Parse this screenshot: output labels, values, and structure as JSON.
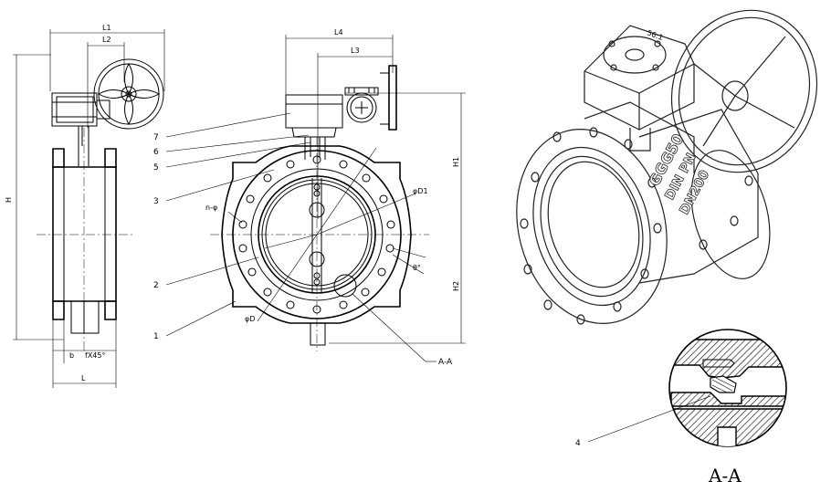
{
  "side_view": {
    "dims": {
      "l1": "L1",
      "l2": "L2",
      "h": "H",
      "b": "b",
      "chamfer": "fX45°",
      "l": "L"
    }
  },
  "front_view": {
    "dims": {
      "l4": "L4",
      "l3": "L3",
      "h1": "H1",
      "h2": "H2",
      "d1": "φD1",
      "d": "φD",
      "holes": "n-φ",
      "angle": "θ°",
      "section": "A-A"
    },
    "callouts": [
      "7",
      "6",
      "5",
      "3",
      "2",
      "1"
    ]
  },
  "iso_view": {
    "ratio": "56:1",
    "body_text_1": "GGG50",
    "body_text_2": "DIN PN",
    "body_text_3": "DN200"
  },
  "detail": {
    "callout": "4",
    "title": "A-A"
  }
}
